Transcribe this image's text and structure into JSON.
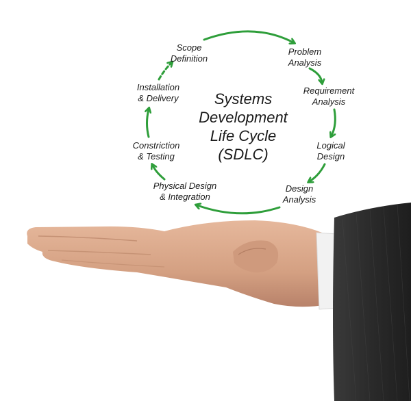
{
  "title": {
    "line1": "Systems",
    "line2": "Development",
    "line3": "Life Cycle",
    "line4": "(SDLC)"
  },
  "steps": [
    {
      "line1": "Scope",
      "line2": "Definition"
    },
    {
      "line1": "Problem",
      "line2": "Analysis"
    },
    {
      "line1": "Requirement",
      "line2": "Analysis"
    },
    {
      "line1": "Logical",
      "line2": "Design"
    },
    {
      "line1": "Design",
      "line2": "Analysis"
    },
    {
      "line1": "Physical Design",
      "line2": "& Integration"
    },
    {
      "line1": "Constriction",
      "line2": "& Testing"
    },
    {
      "line1": "Installation",
      "line2": "& Delivery"
    }
  ],
  "colors": {
    "arrow": "#2e9e3a",
    "text": "#1a1a1a",
    "background": "#ffffff",
    "skin": "#d9a98c",
    "sleeve": "#2b2b2b",
    "cuff": "#f2f2f2"
  }
}
